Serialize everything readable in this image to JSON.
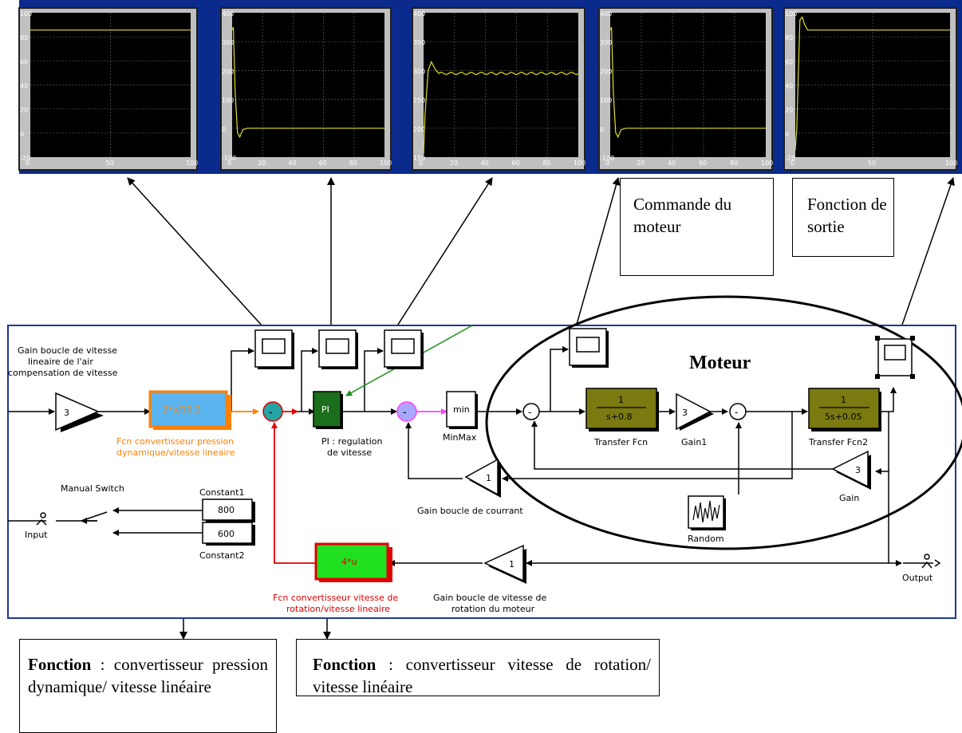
{
  "colors": {
    "scope_frame_bg": "#0a2a8c",
    "scope_plot_bg": "#000000",
    "scope_grid": "#5a5a5a",
    "trace": "#e0e020",
    "orange": "#ff8000",
    "red": "#e00000",
    "pink": "#ff40ff",
    "green_block": "#1b6e1b",
    "olive_block": "#7a7a10",
    "sky_block": "#5ab4f0",
    "bright_green": "#20e020"
  },
  "scopes": [
    {
      "id": "scope1",
      "yticks": [
        "100",
        "80",
        "60",
        "40",
        "20",
        "0",
        "-20"
      ],
      "xticks": [
        "0",
        "50",
        "100"
      ],
      "trace": "flat-high"
    },
    {
      "id": "scope2",
      "yticks": [
        "400",
        "300",
        "200",
        "100",
        "0",
        "-100"
      ],
      "xticks": [
        "0",
        "20",
        "40",
        "60",
        "80",
        "100"
      ],
      "trace": "spike-settle-zero"
    },
    {
      "id": "scope3",
      "yticks": [
        "400",
        "350",
        "300",
        "250",
        "200",
        "150"
      ],
      "xticks": [
        "0",
        "20",
        "40",
        "60",
        "80",
        "100"
      ],
      "trace": "rise-noisy-plateau"
    },
    {
      "id": "scope4",
      "yticks": [
        "400",
        "300",
        "200",
        "100",
        "0",
        "-100"
      ],
      "xticks": [
        "0",
        "20",
        "40",
        "60",
        "80",
        "100"
      ],
      "trace": "spike-settle-zero"
    },
    {
      "id": "scope5",
      "yticks": [
        "100",
        "80",
        "60",
        "40",
        "20",
        "0",
        "-20"
      ],
      "xticks": [
        "0",
        "50",
        "100"
      ],
      "trace": "overshoot-high"
    }
  ],
  "callouts": {
    "commande": "Commande du moteur",
    "fonction_sortie": "Fonction de sortie",
    "bottom_left_bold": "Fonction",
    "bottom_left_text": " :    convertisseur pression dynamique/ vitesse linéaire",
    "bottom_right_bold": "Fonction",
    "bottom_right_text": " : convertisseur vitesse de rotation/ vitesse linéaire"
  },
  "diagram": {
    "gain_vitesse_label": [
      "Gain boucle de vitesse",
      "lineaire de l'air",
      "compensation de vitesse"
    ],
    "gain_vitesse_value": "3",
    "fcn1_expr": "2*u/10.2",
    "fcn1_caption": [
      "Fcn convertisseur pression",
      "dynamique/vitesse lineaire"
    ],
    "pi_label": "PI",
    "pi_caption": [
      "PI : regulation",
      "de vitesse"
    ],
    "minmax_label": "min",
    "minmax_caption": "MinMax",
    "moteur_label": "Moteur",
    "tf1_num": "1",
    "tf1_den": "s+0.8",
    "tf1_caption": "Transfer Fcn",
    "gain1_value": "3",
    "gain1_caption": "Gain1",
    "tf2_num": "1",
    "tf2_den": "5s+0.05",
    "tf2_caption": "Transfer Fcn2",
    "gain_value": "3",
    "gain_caption": "Gain",
    "gain_courant_value": "1",
    "gain_courant_caption": "Gain boucle de courrant",
    "random_caption": "Random",
    "manual_switch_caption": "Manual Switch",
    "constant1_caption": "Constant1",
    "constant1_value": "800",
    "constant2_value": "600",
    "constant2_caption": "Constant2",
    "input_caption": "Input",
    "output_caption": "Output",
    "fcn2_expr": "4*u",
    "fcn2_caption": [
      "Fcn convertisseur vitesse de",
      "rotation/vitesse lineaire"
    ],
    "gain_rotation_value": "1",
    "gain_rotation_caption": [
      "Gain boucle de vitesse de",
      "rotation  du moteur"
    ]
  }
}
